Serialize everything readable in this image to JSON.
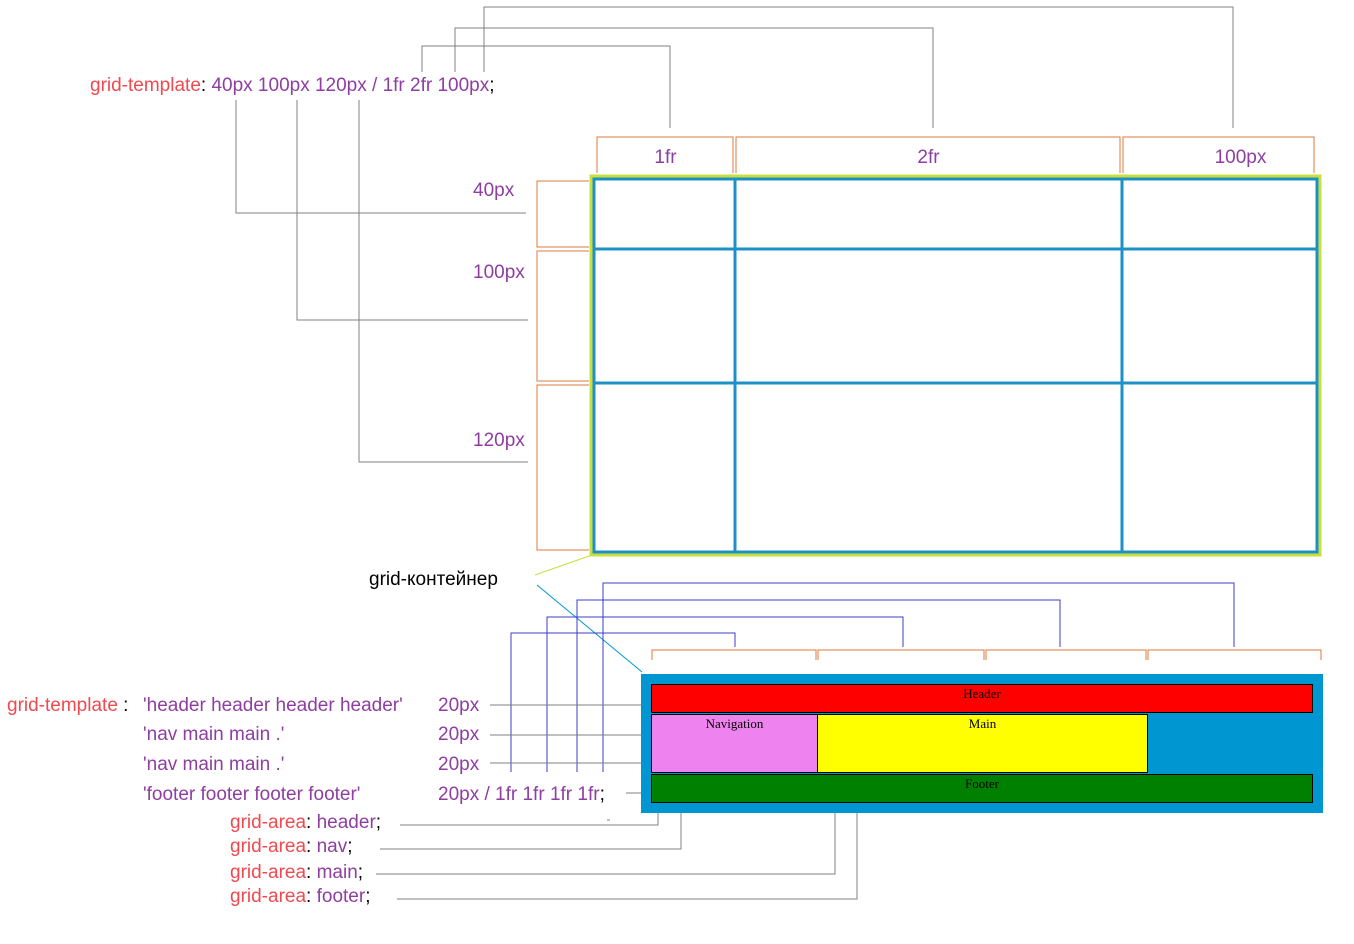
{
  "top": {
    "template": {
      "property": "grid-template",
      "colon": ":",
      "value": "40px 100px 120px / 1fr 2fr 100px",
      "end": ";"
    },
    "column_labels": [
      "1fr",
      "2fr",
      "100px"
    ],
    "row_labels": [
      "40px",
      "100px",
      "120px"
    ],
    "grid_color": "#1e90c8",
    "container_border_color": "#c8e03c",
    "bracket_color": "#e0783c"
  },
  "container_label": "grid-контейнер",
  "bottom": {
    "template": {
      "property": "grid-template",
      "colon": " :",
      "rows": [
        {
          "areas": "'header header header header'",
          "size": "20px"
        },
        {
          "areas": "'nav main main .'",
          "size": "20px"
        },
        {
          "areas": "'nav main main .'",
          "size": "20px"
        },
        {
          "areas": "'footer footer footer footer'",
          "size": "20px / 1fr 1fr 1fr 1fr",
          "end": ";"
        }
      ]
    },
    "grid_area_rules": [
      {
        "property": "grid-area",
        "value": "header"
      },
      {
        "property": "grid-area",
        "value": "nav"
      },
      {
        "property": "grid-area",
        "value": "main"
      },
      {
        "property": "grid-area",
        "value": "footer"
      }
    ],
    "areas": {
      "header": {
        "label": "Header",
        "color": "#ff0000"
      },
      "nav": {
        "label": "Navigation",
        "color": "#ee82ee"
      },
      "main": {
        "label": "Main",
        "color": "#ffff00"
      },
      "footer": {
        "label": "Footer",
        "color": "#008000"
      }
    },
    "container_color": "#0096d2"
  },
  "colors": {
    "property": "#f0494f",
    "value": "#8e3ea1",
    "connector_gray": "#808080",
    "connector_blue": "#3c3cc8"
  }
}
